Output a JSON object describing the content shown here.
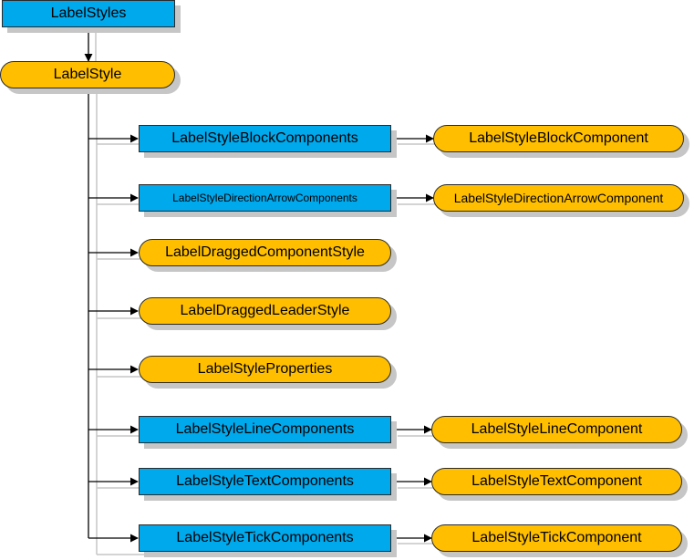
{
  "nodes": {
    "label_styles": "LabelStyles",
    "label_style": "LabelStyle",
    "block_components": "LabelStyleBlockComponents",
    "block_component": "LabelStyleBlockComponent",
    "direction_arrow_components": "LabelStyleDirectionArrowComponents",
    "direction_arrow_component": "LabelStyleDirectionArrowComponent",
    "dragged_component_style": "LabelDraggedComponentStyle",
    "dragged_leader_style": "LabelDraggedLeaderStyle",
    "style_properties": "LabelStyleProperties",
    "line_components": "LabelStyleLineComponents",
    "line_component": "LabelStyleLineComponent",
    "text_components": "LabelStyleTextComponents",
    "text_component": "LabelStyleTextComponent",
    "tick_components": "LabelStyleTickComponents",
    "tick_component": "LabelStyleTickComponent"
  },
  "colors": {
    "collection_fill": "#00a8ec",
    "object_fill": "#ffbf00",
    "connector": "#000000",
    "shadow": "#c6c6c6"
  }
}
